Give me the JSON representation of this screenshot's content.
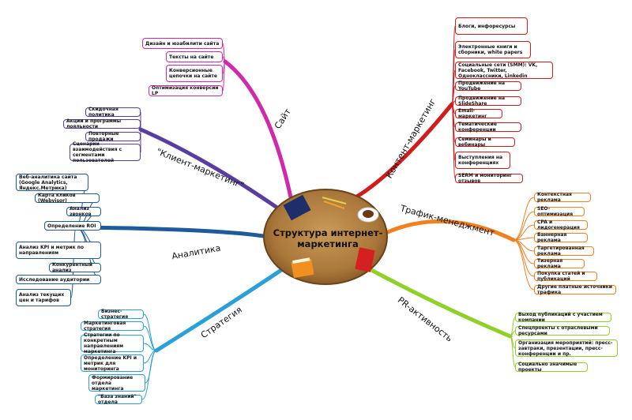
{
  "center": {
    "title": "Структура интернет-маркетинга"
  },
  "branches": {
    "site": {
      "label": "Сайт",
      "color": "#d12aa8",
      "items": [
        "Дизайн и юзабилити сайта",
        "Тексты на сайте",
        "Конверсионные цепочки на сайте",
        "Оптимизация конверсии LP"
      ]
    },
    "client": {
      "label": "\"Клиент-маркетинг\"",
      "color": "#5a3da0",
      "items": [
        "Скидочная политика",
        "Акции и программы лояльности",
        "Повторные продажи",
        "Сценарии взаимодействия с сегментами пользователей"
      ]
    },
    "analytics": {
      "label": "Аналитика",
      "color": "#1f5a9a",
      "items": [
        "Веб-аналитика сайта (Google Analytics, Яндекс.Метрика)",
        "Карта кликов (Webvisor)",
        "Анализ звонков",
        "Определение ROI",
        "Анализ KPI и метрик по направлениям",
        "Конкурентный анализ",
        "Исследование аудитории",
        "Анализ текущих цен и тарифов"
      ]
    },
    "strategy": {
      "label": "Стратегия",
      "color": "#2aa0d8",
      "items": [
        "Бизнес-стратегия",
        "Маркетинговая стратегия",
        "Стратегии по конкретным направлениям маркетинга",
        "Определение KPI и метрик для мониторинга",
        "Формирование отдела маркетинга",
        "\"База знаний\" отдела"
      ]
    },
    "content": {
      "label": "Контент-маркетинг",
      "color": "#d21b1b",
      "items": [
        "Блоги, инфоресурсы",
        "Электронные книги и сборники, white papers",
        "Социальные сети (SMM): VK, Facebook, Twitter, Одноклассники, Linkedin",
        "Продвижение на YouTube",
        "Продвижение на SlideShare",
        "Email-маркетинг",
        "Тематические конференции",
        "Семинары и вебинары",
        "Выступления на конференциях",
        "SERM и мониторинг отзывов"
      ]
    },
    "traffic": {
      "label": "Трафик-менеджмент",
      "color": "#f08020",
      "items": [
        "Контекстная реклама",
        "SEO-оптимизация",
        "CPA и лидогенерация",
        "Баннерная реклама",
        "Таргетированная реклама",
        "Тизерная реклама",
        "Покупка статей и публикаций",
        "Другие платные источники трафика"
      ]
    },
    "pr": {
      "label": "PR-активность",
      "color": "#8fd12a",
      "items": [
        "Выход публикаций с участием компании",
        "Спецпроекты с отраслевыми ресурсами",
        "Организация мероприятий: пресс-завтраки, презентации, пресс-конференции и пр.",
        "Социально значимые проекты"
      ]
    }
  }
}
